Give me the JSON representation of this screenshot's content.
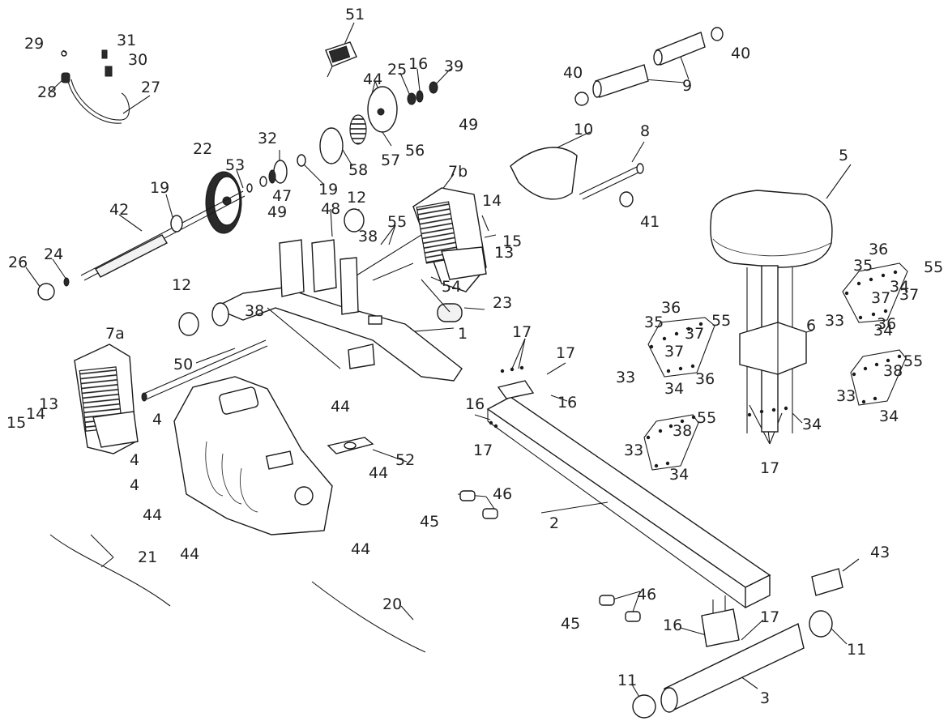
{
  "callouts": [
    {
      "id": "p1",
      "text": "1"
    },
    {
      "id": "p2",
      "text": "2"
    },
    {
      "id": "p3",
      "text": "3"
    },
    {
      "id": "p4a",
      "text": "4"
    },
    {
      "id": "p4b",
      "text": "4"
    },
    {
      "id": "p4c",
      "text": "4"
    },
    {
      "id": "p5",
      "text": "5"
    },
    {
      "id": "p6",
      "text": "6"
    },
    {
      "id": "p7a",
      "text": "7a"
    },
    {
      "id": "p7b",
      "text": "7b"
    },
    {
      "id": "p8",
      "text": "8"
    },
    {
      "id": "p9",
      "text": "9"
    },
    {
      "id": "p10",
      "text": "10"
    },
    {
      "id": "p11a",
      "text": "11"
    },
    {
      "id": "p11b",
      "text": "11"
    },
    {
      "id": "p12a",
      "text": "12"
    },
    {
      "id": "p12b",
      "text": "12"
    },
    {
      "id": "p13a",
      "text": "13"
    },
    {
      "id": "p13b",
      "text": "13"
    },
    {
      "id": "p14a",
      "text": "14"
    },
    {
      "id": "p14b",
      "text": "14"
    },
    {
      "id": "p15a",
      "text": "15"
    },
    {
      "id": "p15b",
      "text": "15"
    },
    {
      "id": "p16a",
      "text": "16"
    },
    {
      "id": "p16b",
      "text": "16"
    },
    {
      "id": "p16c",
      "text": "16"
    },
    {
      "id": "p16d",
      "text": "16"
    },
    {
      "id": "p17a",
      "text": "17"
    },
    {
      "id": "p17b",
      "text": "17"
    },
    {
      "id": "p17c",
      "text": "17"
    },
    {
      "id": "p17d",
      "text": "17"
    },
    {
      "id": "p17e",
      "text": "17"
    },
    {
      "id": "p19a",
      "text": "19"
    },
    {
      "id": "p19b",
      "text": "19"
    },
    {
      "id": "p20",
      "text": "20"
    },
    {
      "id": "p21",
      "text": "21"
    },
    {
      "id": "p22",
      "text": "22"
    },
    {
      "id": "p23",
      "text": "23"
    },
    {
      "id": "p24",
      "text": "24"
    },
    {
      "id": "p25",
      "text": "25"
    },
    {
      "id": "p26",
      "text": "26"
    },
    {
      "id": "p27",
      "text": "27"
    },
    {
      "id": "p28",
      "text": "28"
    },
    {
      "id": "p29",
      "text": "29"
    },
    {
      "id": "p30",
      "text": "30"
    },
    {
      "id": "p31",
      "text": "31"
    },
    {
      "id": "p32",
      "text": "32"
    },
    {
      "id": "p33a",
      "text": "33"
    },
    {
      "id": "p33b",
      "text": "33"
    },
    {
      "id": "p33c",
      "text": "33"
    },
    {
      "id": "p33d",
      "text": "33"
    },
    {
      "id": "p34a",
      "text": "34"
    },
    {
      "id": "p34b",
      "text": "34"
    },
    {
      "id": "p34c",
      "text": "34"
    },
    {
      "id": "p34d",
      "text": "34"
    },
    {
      "id": "p34e",
      "text": "34"
    },
    {
      "id": "p34f",
      "text": "34"
    },
    {
      "id": "p35a",
      "text": "35"
    },
    {
      "id": "p35b",
      "text": "35"
    },
    {
      "id": "p36a",
      "text": "36"
    },
    {
      "id": "p36b",
      "text": "36"
    },
    {
      "id": "p36c",
      "text": "36"
    },
    {
      "id": "p36d",
      "text": "36"
    },
    {
      "id": "p37a",
      "text": "37"
    },
    {
      "id": "p37b",
      "text": "37"
    },
    {
      "id": "p37c",
      "text": "37"
    },
    {
      "id": "p37d",
      "text": "37"
    },
    {
      "id": "p38a",
      "text": "38"
    },
    {
      "id": "p38b",
      "text": "38"
    },
    {
      "id": "p38c",
      "text": "38"
    },
    {
      "id": "p38d",
      "text": "38"
    },
    {
      "id": "p39",
      "text": "39"
    },
    {
      "id": "p40a",
      "text": "40"
    },
    {
      "id": "p40b",
      "text": "40"
    },
    {
      "id": "p41",
      "text": "41"
    },
    {
      "id": "p42",
      "text": "42"
    },
    {
      "id": "p43",
      "text": "43"
    },
    {
      "id": "p44a",
      "text": "44"
    },
    {
      "id": "p44b",
      "text": "44"
    },
    {
      "id": "p44c",
      "text": "44"
    },
    {
      "id": "p44d",
      "text": "44"
    },
    {
      "id": "p44e",
      "text": "44"
    },
    {
      "id": "p44f",
      "text": "44"
    },
    {
      "id": "p45a",
      "text": "45"
    },
    {
      "id": "p45b",
      "text": "45"
    },
    {
      "id": "p46a",
      "text": "46"
    },
    {
      "id": "p46b",
      "text": "46"
    },
    {
      "id": "p47",
      "text": "47"
    },
    {
      "id": "p48",
      "text": "48"
    },
    {
      "id": "p49a",
      "text": "49"
    },
    {
      "id": "p49b",
      "text": "49"
    },
    {
      "id": "p50",
      "text": "50"
    },
    {
      "id": "p51",
      "text": "51"
    },
    {
      "id": "p52",
      "text": "52"
    },
    {
      "id": "p53",
      "text": "53"
    },
    {
      "id": "p54",
      "text": "54"
    },
    {
      "id": "p55a",
      "text": "55"
    },
    {
      "id": "p55b",
      "text": "55"
    },
    {
      "id": "p55c",
      "text": "55"
    },
    {
      "id": "p55d",
      "text": "55"
    },
    {
      "id": "p55e",
      "text": "55"
    },
    {
      "id": "p56",
      "text": "56"
    },
    {
      "id": "p57",
      "text": "57"
    },
    {
      "id": "p58",
      "text": "58"
    }
  ]
}
